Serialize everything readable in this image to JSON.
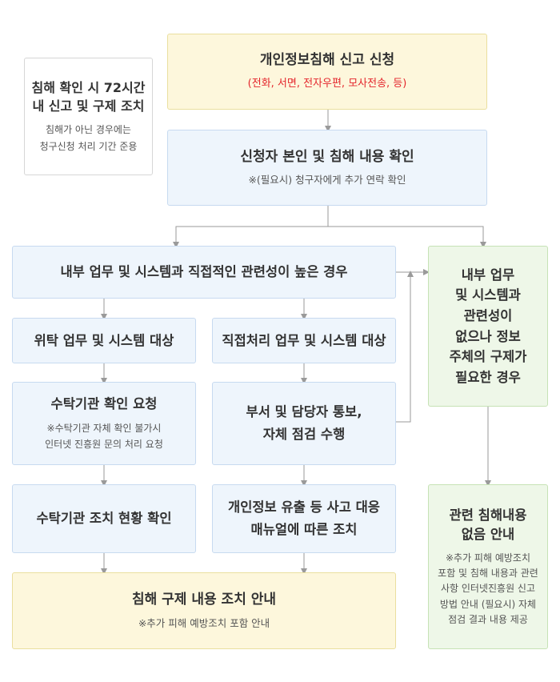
{
  "note_box": {
    "title": "침해 확인 시 72시간\n내 신고 및 구제 조치",
    "desc": "침해가 아닌 경우에는\n청구신청 처리 기간 준용"
  },
  "apply": {
    "title": "개인정보침해 신고 신청",
    "desc": "(전화, 서면, 전자우편, 모사전송, 등)"
  },
  "verify": {
    "title": "신청자 본인 및 침해 내용 확인",
    "desc": "※(필요시) 청구자에게 추가 연락 확인"
  },
  "high_relevance": {
    "title": "내부 업무 및 시스템과 직접적인 관련성이 높은 경우"
  },
  "no_relevance": {
    "title": "내부 업무\n및 시스템과\n관련성이\n없으나 정보\n주체의 구제가\n필요한 경우"
  },
  "consign_target": {
    "title": "위탁 업무 및 시스템 대상"
  },
  "direct_target": {
    "title": "직접처리 업무 및 시스템 대상"
  },
  "consign_request": {
    "title": "수탁기관 확인 요청",
    "desc": "※수탁기관 자체 확인 불가시\n인터넷 진흥원 문의 처리 요청"
  },
  "dept_notice": {
    "title": "부서 및 담당자 통보,\n자체 점검 수행"
  },
  "consign_status": {
    "title": "수탁기관 조치 현황 확인"
  },
  "manual_action": {
    "title": "개인정보 유출 등 사고 대응\n매뉴얼에 따른 조치"
  },
  "remedy_notice": {
    "title": "침해 구제 내용 조치 안내",
    "desc": "※추가 피해 예방조치 포함 안내"
  },
  "no_violation": {
    "title": "관련 침해내용\n없음 안내",
    "desc": "※추가 피해 예방조치\n포함 및 침해 내용과 관련\n사항 인터넷진흥원 신고\n방법 안내 (필요시) 자체\n점검 결과 내용 제공"
  },
  "colors": {
    "yellow_bg": "#fdf7dc",
    "blue_bg": "#eef5fc",
    "green_bg": "#eef7e8",
    "red_text": "#e4262c",
    "connector": "#9a9a9a"
  }
}
